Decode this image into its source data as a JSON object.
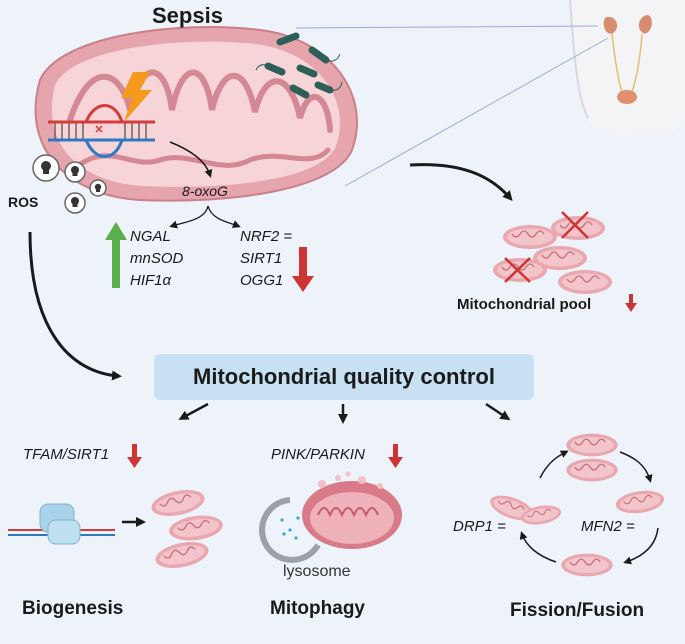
{
  "title": "Sepsis",
  "ros_label": "ROS",
  "oxog_label": "8-oxoG",
  "genes_up": [
    "NGAL",
    "mnSOD",
    "HIF1α"
  ],
  "genes_right": [
    "NRF2 =",
    "SIRT1",
    "OGG1"
  ],
  "pool_label": "Mitochondrial pool",
  "quality_control": "Mitochondrial quality control",
  "biogenesis": {
    "marker": "TFAM/SIRT1",
    "label": "Biogenesis"
  },
  "mitophagy": {
    "marker": "PINK/PARKIN",
    "lysosome": "lysosome",
    "label": "Mitophagy"
  },
  "fission_fusion": {
    "drp1": "DRP1 =",
    "mfn2": "MFN2 =",
    "label": "Fission/Fusion"
  },
  "colors": {
    "arrow_up": "#5aae4b",
    "arrow_down": "#cf3434",
    "mito_outer": "#e7a2ab",
    "mito_inner": "#f7d3d7",
    "box": "#c7e1f3",
    "bacteria": "#2b5f58"
  }
}
